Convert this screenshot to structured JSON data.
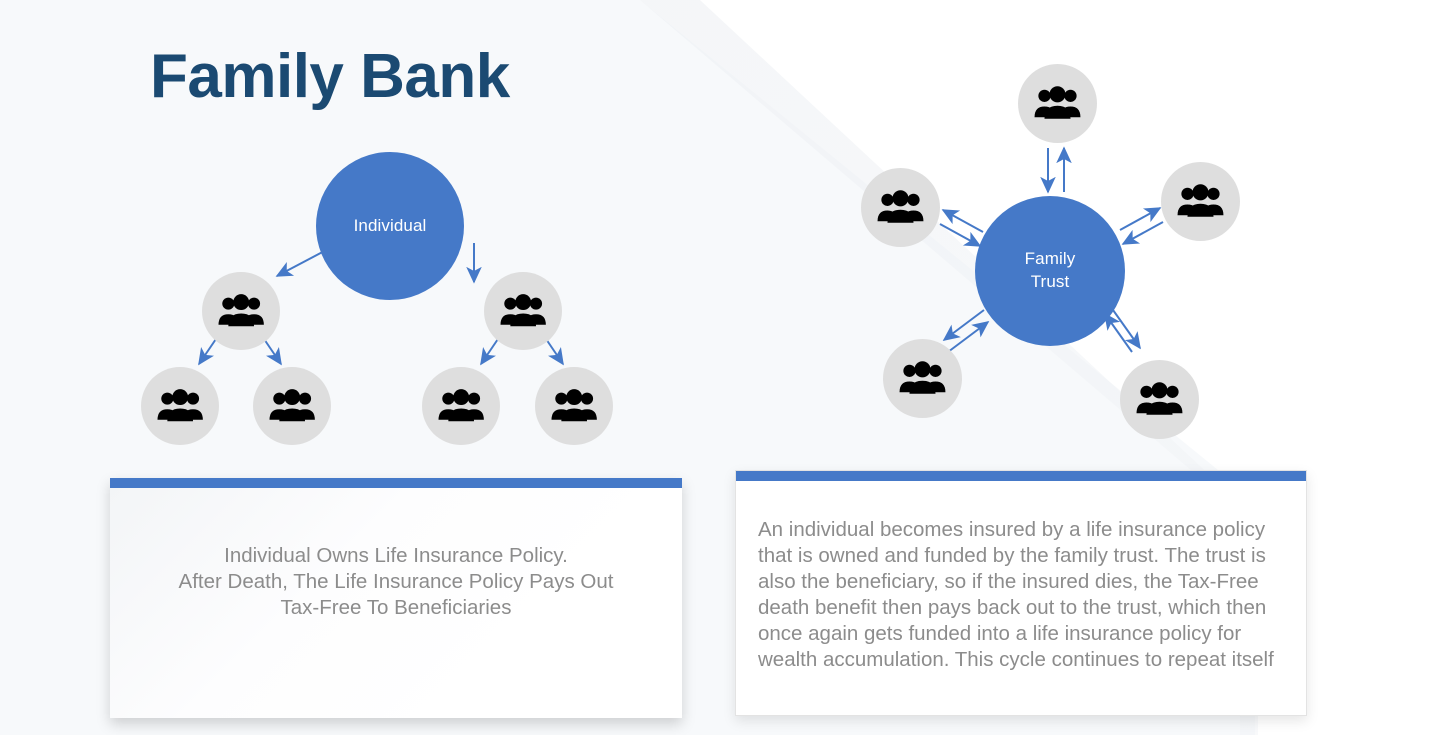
{
  "page": {
    "title": "Family Bank",
    "background_color": "#f7f9fb",
    "accent_color": "#4579c8",
    "title_color": "#1b4a72",
    "body_text_color": "#8c8c8c",
    "node_grey_color": "#dedede",
    "icon_color": "#000000",
    "arrow_color": "#4579c8"
  },
  "left_diagram": {
    "name": "individual-owned-policy-diagram",
    "root": {
      "id": "individual",
      "label": "Individual",
      "kind": "blue-circle"
    },
    "tier2": [
      {
        "id": "beneficiary-group-1",
        "icon": "people-group-icon",
        "kind": "grey-circle"
      },
      {
        "id": "beneficiary-group-2",
        "icon": "people-group-icon",
        "kind": "grey-circle"
      }
    ],
    "tier3": [
      {
        "id": "beneficiary-group-1a",
        "icon": "people-group-icon",
        "kind": "grey-circle"
      },
      {
        "id": "beneficiary-group-1b",
        "icon": "people-group-icon",
        "kind": "grey-circle"
      },
      {
        "id": "beneficiary-group-2a",
        "icon": "people-group-icon",
        "kind": "grey-circle"
      },
      {
        "id": "beneficiary-group-2b",
        "icon": "people-group-icon",
        "kind": "grey-circle"
      }
    ],
    "arrows": "one-way downward arrows from Individual to groups and from groups to sub-groups"
  },
  "right_diagram": {
    "name": "family-trust-cycle-diagram",
    "center": {
      "id": "family-trust",
      "label_line1": "Family",
      "label_line2": "Trust",
      "kind": "blue-circle"
    },
    "satellites": [
      {
        "id": "trust-member-top",
        "icon": "people-group-icon",
        "kind": "grey-circle"
      },
      {
        "id": "trust-member-upper-left",
        "icon": "people-group-icon",
        "kind": "grey-circle"
      },
      {
        "id": "trust-member-upper-right",
        "icon": "people-group-icon",
        "kind": "grey-circle"
      },
      {
        "id": "trust-member-lower-left",
        "icon": "people-group-icon",
        "kind": "grey-circle"
      },
      {
        "id": "trust-member-lower-right",
        "icon": "people-group-icon",
        "kind": "grey-circle"
      }
    ],
    "arrows": "bidirectional double arrows between Family Trust and each member group"
  },
  "cards": {
    "left": {
      "name": "individual-policy-summary-card",
      "accent_color": "#4579c8",
      "text": "Individual Owns Life Insurance Policy.\nAfter Death, The Life Insurance Policy Pays Out\nTax-Free To Beneficiaries"
    },
    "right": {
      "name": "family-trust-summary-card",
      "accent_color": "#4579c8",
      "text": "An individual becomes insured by a life insurance policy that is owned and funded by the family trust. The trust is also the beneficiary, so if the insured dies, the Tax-Free death benefit then pays back out to the trust, which then once again gets funded into a life insurance policy for wealth accumulation. This cycle continues to repeat itself"
    }
  }
}
